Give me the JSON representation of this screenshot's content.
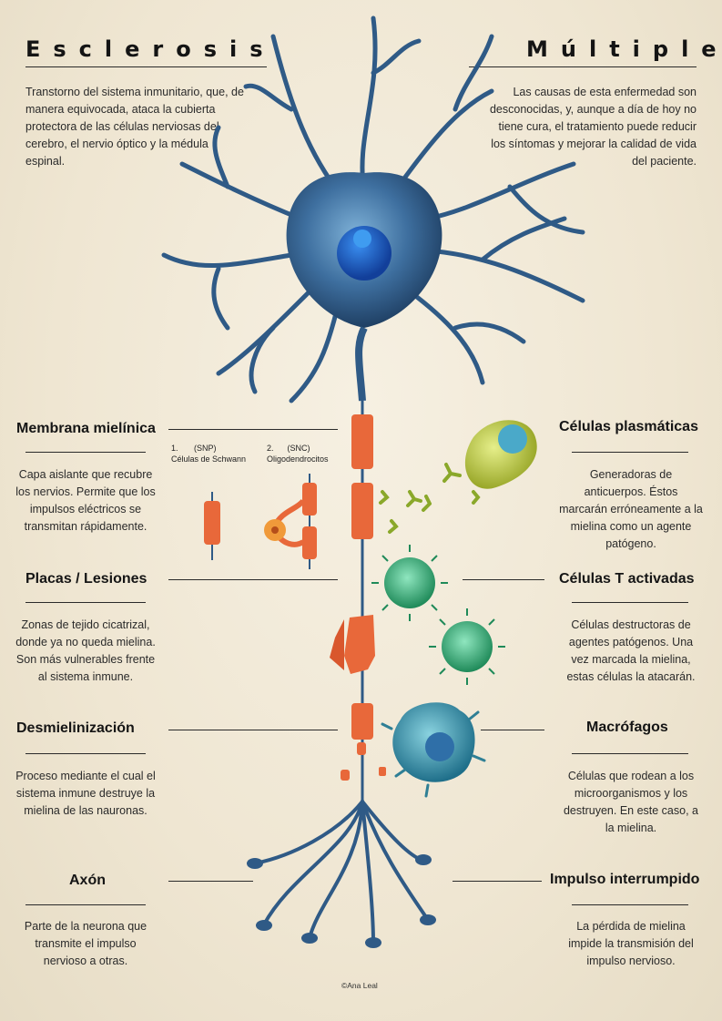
{
  "header": {
    "title_left": "Esclerosis",
    "title_right": "Múltiple",
    "intro_left": "Transtorno del sistema inmunitario, que, de manera equivocada, ataca la cubierta protectora de las células nerviosas del cerebro, el nervio óptico y la médula espinal.",
    "intro_right": "Las causas de esta enfermedad son desconocidas, y, aunque a día de hoy no tiene cura, el tratamiento puede reducir los síntomas y mejorar la calidad de vida del paciente."
  },
  "left_sections": [
    {
      "heading": "Membrana mielínica",
      "text": "Capa aislante que recubre los nervios. Permite que los impulsos eléctricos se transmitan rápidamente."
    },
    {
      "heading": "Placas / Lesiones",
      "text": "Zonas de tejido cicatrizal, donde ya no queda mielina. Son más vulnerables frente al sistema inmune."
    },
    {
      "heading": "Desmielinización",
      "text": "Proceso mediante el cual el sistema inmune destruye la mielina de las nauronas."
    },
    {
      "heading": "Axón",
      "text": "Parte de la neurona que transmite el impulso nervioso a otras."
    }
  ],
  "right_sections": [
    {
      "heading": "Células plasmáticas",
      "text": "Generadoras de anticuerpos. Éstos marcarán erróneamente a la mielina como un agente patógeno."
    },
    {
      "heading": "Células T activadas",
      "text": "Células destructoras de agentes patógenos. Una vez marcada la mielina, estas células la atacarán."
    },
    {
      "heading": "Macrófagos",
      "text": "Células que rodean a los microorganismos y los destruyen. En este caso, a la mielina."
    },
    {
      "heading": "Impulso interrumpido",
      "text": "La pérdida de mielina impide la transmisión del impulso nervioso."
    }
  ],
  "myelin_types": [
    {
      "number": "1.",
      "abbr": "(SNP)",
      "name": "Células de Schwann"
    },
    {
      "number": "2.",
      "abbr": "(SNC)",
      "name": "Oligodendrocitos"
    }
  ],
  "credit": "©Ana Leal",
  "colors": {
    "neuron_blue": "#3f6e9e",
    "myelin_orange": "#e8683a",
    "plasma_yellow": "#c9d64a",
    "tcell_green": "#35b87a",
    "macrophage_teal": "#3fa9b5"
  }
}
